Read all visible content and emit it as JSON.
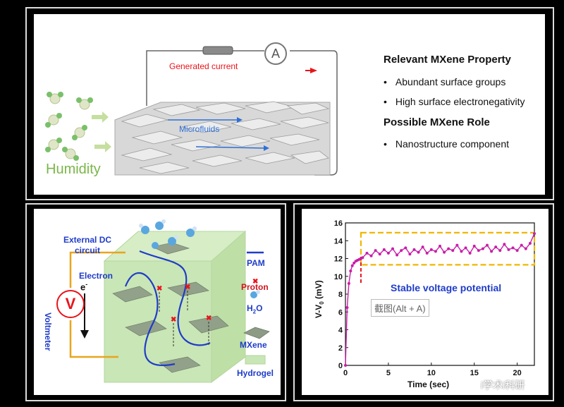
{
  "top": {
    "ammeter_label": "A",
    "generated_current": "Generated current",
    "microfluids": "Microfluids",
    "humidity": "Humidity",
    "property_header": "Relevant MXene Property",
    "properties": [
      "Abundant surface groups",
      "High surface electronegativity"
    ],
    "role_header": "Possible MXene Role",
    "roles": [
      "Nanostructure component"
    ],
    "bullet": "•"
  },
  "left": {
    "external_dc": "External DC",
    "circuit": "circuit",
    "electron": "Electron",
    "e_minus": "e",
    "e_sup": "-",
    "voltmeter": "Voltmeter",
    "voltmeter_symbol": "V",
    "legend": {
      "pam": "PAM",
      "proton": "Proton",
      "h2o_h": "H",
      "h2o_sub": "2",
      "h2o_o": "O",
      "mxene": "MXene",
      "hydrogel": "Hydrogel"
    }
  },
  "right": {
    "annotation": "Stable voltage potential",
    "screenshot_hint": "截图(Alt + A)",
    "watermark": "i学术i科研",
    "ylabel_main": "V-V",
    "ylabel_sub": "0",
    "ylabel_unit": " (mV)",
    "xlabel": "Time (sec)"
  },
  "chart_data": {
    "type": "line",
    "xlabel": "Time (sec)",
    "ylabel": "V-V0 (mV)",
    "xlim": [
      0,
      22
    ],
    "ylim": [
      0,
      16
    ],
    "xticks": [
      0,
      5,
      10,
      15,
      20
    ],
    "yticks": [
      0,
      2,
      4,
      6,
      8,
      10,
      12,
      14,
      16
    ],
    "x": [
      0,
      0.2,
      0.4,
      0.6,
      0.8,
      1.0,
      1.2,
      1.4,
      1.6,
      1.8,
      2.0,
      2.5,
      3.0,
      3.5,
      4.0,
      4.5,
      5.0,
      5.5,
      6.0,
      6.5,
      7.0,
      7.5,
      8.0,
      8.5,
      9.0,
      9.5,
      10.0,
      10.5,
      11.0,
      11.5,
      12.0,
      12.5,
      13.0,
      13.5,
      14.0,
      14.5,
      15.0,
      15.5,
      16.0,
      16.5,
      17.0,
      17.5,
      18.0,
      18.5,
      19.0,
      19.5,
      20.0,
      20.5,
      21.0,
      21.5,
      22.0
    ],
    "y": [
      0,
      6.5,
      9.2,
      10.6,
      11.2,
      11.5,
      11.7,
      11.8,
      11.9,
      12.0,
      12.1,
      12.6,
      12.3,
      12.9,
      12.5,
      13.0,
      12.6,
      13.1,
      12.4,
      12.9,
      13.2,
      12.5,
      13.0,
      12.7,
      13.3,
      12.6,
      13.0,
      12.8,
      13.4,
      12.7,
      13.1,
      12.9,
      13.5,
      12.8,
      13.2,
      12.6,
      13.4,
      12.9,
      13.1,
      13.5,
      12.8,
      13.3,
      12.9,
      13.6,
      13.0,
      13.2,
      12.9,
      13.5,
      13.1,
      13.7,
      14.8
    ]
  },
  "colors": {
    "accent_red": "#e8141c",
    "accent_blue": "#1f3cc8",
    "series": "#c81ea8",
    "highlight_box": "#f2b600",
    "hydrogel": "#c9e6b6",
    "humidity_green": "#7ab648"
  }
}
